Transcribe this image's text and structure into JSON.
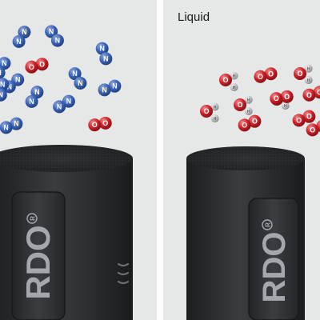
{
  "panels": [
    {
      "id": "gas",
      "label": "",
      "sensor_text": "RDO",
      "sensor_mark": "R",
      "molecules": [
        {
          "type": "N2",
          "atoms": [
            "N",
            "N"
          ]
        },
        {
          "type": "N2",
          "atoms": [
            "N",
            "N"
          ]
        },
        {
          "type": "N2",
          "atoms": [
            "N",
            "N"
          ]
        },
        {
          "type": "N2",
          "atoms": [
            "N",
            "N"
          ]
        },
        {
          "type": "N2",
          "atoms": [
            "N",
            "N"
          ]
        },
        {
          "type": "N2",
          "atoms": [
            "N",
            "N"
          ]
        },
        {
          "type": "N2",
          "atoms": [
            "N",
            "N"
          ]
        },
        {
          "type": "N2",
          "atoms": [
            "N",
            "N"
          ]
        },
        {
          "type": "N2",
          "atoms": [
            "N",
            "N"
          ]
        },
        {
          "type": "N2",
          "atoms": [
            "N",
            "N"
          ]
        },
        {
          "type": "N2",
          "atoms": [
            "N",
            "N"
          ]
        },
        {
          "type": "O2",
          "atoms": [
            "O",
            "O"
          ]
        },
        {
          "type": "O2",
          "atoms": [
            "O",
            "O"
          ]
        }
      ]
    },
    {
      "id": "liquid",
      "label": "Liquid",
      "sensor_text": "RDO",
      "sensor_mark": "R",
      "molecules": [
        {
          "type": "H2O",
          "atoms": [
            "O",
            "H",
            "H"
          ]
        },
        {
          "type": "H2O",
          "atoms": [
            "O",
            "H",
            "H"
          ]
        },
        {
          "type": "H2O",
          "atoms": [
            "O",
            "H",
            "H"
          ]
        },
        {
          "type": "H2O",
          "atoms": [
            "O",
            "H",
            "H"
          ]
        },
        {
          "type": "H2O",
          "atoms": [
            "O",
            "H",
            "H"
          ]
        },
        {
          "type": "O2",
          "atoms": [
            "O",
            "O"
          ]
        },
        {
          "type": "O2",
          "atoms": [
            "O",
            "O"
          ]
        },
        {
          "type": "O2",
          "atoms": [
            "O",
            "O"
          ]
        },
        {
          "type": "O2",
          "atoms": [
            "O",
            "O"
          ]
        },
        {
          "type": "O2",
          "atoms": [
            "O",
            "O"
          ]
        },
        {
          "type": "O2",
          "atoms": [
            "O",
            "O"
          ]
        }
      ]
    }
  ],
  "colors": {
    "panel_bg": "#e6e7e7",
    "nitrogen": "#3a62b4",
    "oxygen": "#cc1f27",
    "hydrogen": "#b9bcbf",
    "sensor_body": "#2b2d30",
    "sensor_text": "#a4a7ab"
  },
  "icons": {
    "wave": "wave-lines-icon"
  }
}
